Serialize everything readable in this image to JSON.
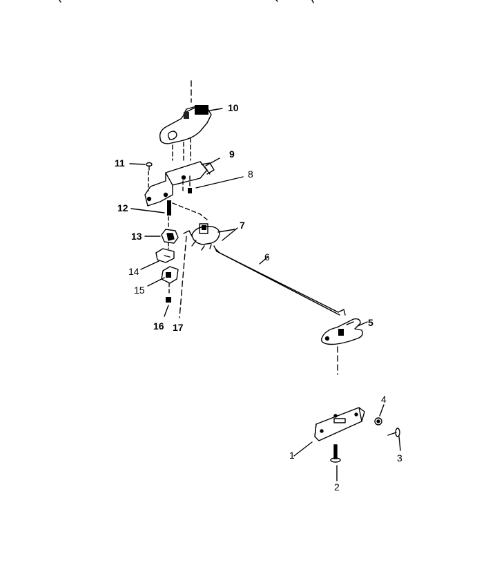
{
  "diagram": {
    "part_labels": {
      "p1": "1",
      "p2": "2",
      "p3": "3",
      "p4": "4",
      "p5": "5",
      "p6": "6",
      "p7": "7",
      "p8": "8",
      "p9": "9",
      "p10": "10",
      "p11": "11",
      "p12": "12",
      "p13": "13",
      "p14": "14",
      "p15": "15",
      "p16": "16",
      "p17": "17"
    }
  }
}
